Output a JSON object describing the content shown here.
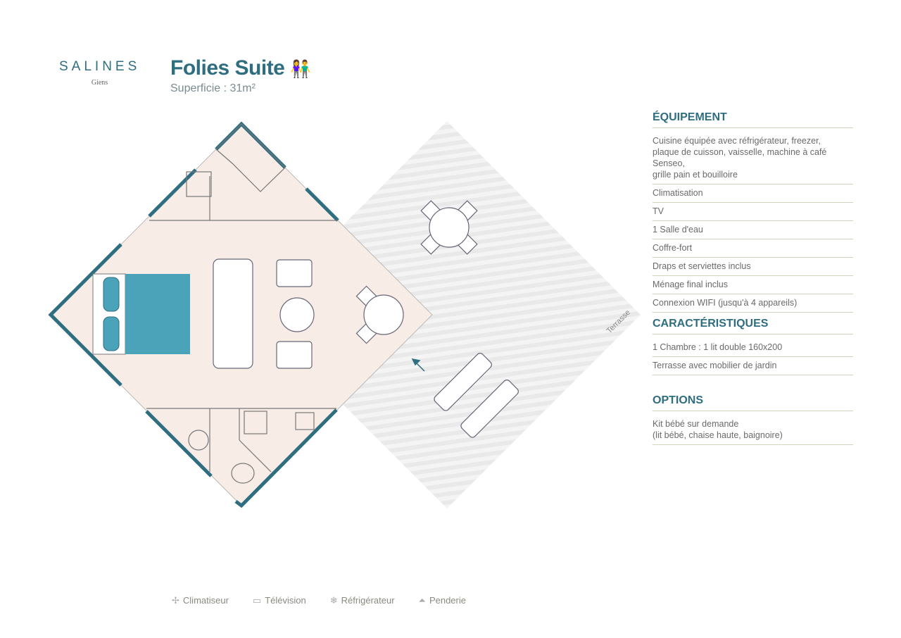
{
  "brand": {
    "name": "SALINES",
    "city": "Giens"
  },
  "header": {
    "title": "Folies Suite",
    "capacity_icon": "two-persons-icon",
    "surface_label": "Superficie : 31m²"
  },
  "plan": {
    "terrace_label": "Terrasse"
  },
  "equipment": {
    "title": "ÉQUIPEMENT",
    "items": [
      "Cuisine équipée avec réfrigérateur, freezer,\nplaque de cuisson, vaisselle, machine à café Senseo,\ngrille pain et bouilloire",
      "Climatisation",
      "TV",
      "1 Salle d'eau",
      "Coffre-fort",
      "Draps et serviettes inclus",
      "Ménage final inclus",
      "Connexion WIFI (jusqu'à 4 appareils)"
    ]
  },
  "features": {
    "title": "CARACTÉRISTIQUES",
    "items": [
      "1 Chambre : 1 lit double 160x200",
      "Terrasse avec mobilier de jardin"
    ]
  },
  "options": {
    "title": "OPTIONS",
    "items": [
      "Kit bébé sur demande\n(lit bébé, chaise haute, baignoire)"
    ]
  },
  "legend": [
    {
      "icon": "fan-icon",
      "label": "Climatiseur"
    },
    {
      "icon": "tv-icon",
      "label": "Télévision"
    },
    {
      "icon": "snowflake-icon",
      "label": "Réfrigérateur"
    },
    {
      "icon": "hanger-icon",
      "label": "Penderie"
    }
  ],
  "colors": {
    "accent": "#2f6e80",
    "bed": "#4aa3b8",
    "floor": "#f7ece6"
  }
}
